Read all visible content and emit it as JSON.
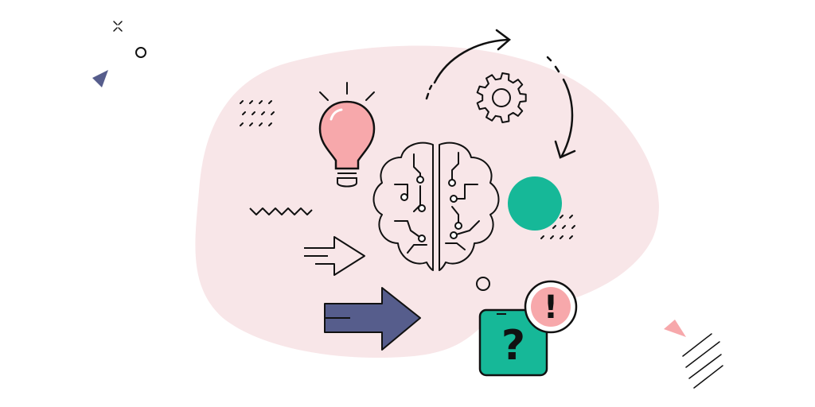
{
  "canvas": {
    "background": "#ffffff"
  },
  "palette": {
    "blob": "#f8e6e8",
    "pink": "#f7a8ab",
    "teal": "#16b898",
    "navy": "#565d8c",
    "ink": "#111111",
    "white": "#ffffff"
  },
  "icons": [
    "brain-circuit-icon",
    "lightbulb-icon",
    "gear-icon",
    "teal-circle",
    "curved-arrow-top-icon",
    "curved-arrow-right-icon",
    "outline-double-arrow-icon",
    "filled-arrow-icon",
    "question-box-icon",
    "exclamation-badge-icon",
    "zigzag-line",
    "dot-grid",
    "sparkle-icon"
  ],
  "symbols": {
    "question": "?",
    "exclamation": "!"
  }
}
